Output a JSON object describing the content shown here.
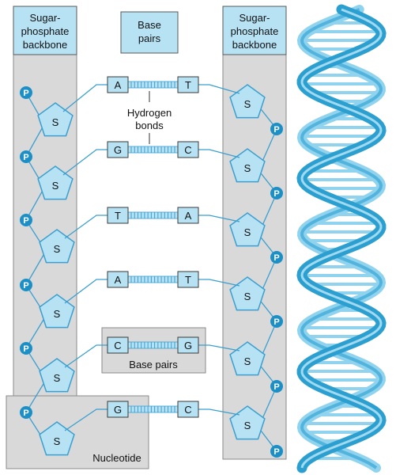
{
  "labels": {
    "left_backbone": [
      "Sugar-",
      "phosphate",
      "backbone"
    ],
    "right_backbone": [
      "Sugar-",
      "phosphate",
      "backbone"
    ],
    "base_pairs_top": [
      "Base",
      "pairs"
    ],
    "hydrogen_bonds": [
      "Hydrogen",
      "bonds"
    ],
    "base_pairs_box": "Base pairs",
    "nucleotide": "Nucleotide"
  },
  "sugar_symbol": "S",
  "phosphate_symbol": "P",
  "pairs": [
    {
      "left": "A",
      "right": "T"
    },
    {
      "left": "G",
      "right": "C"
    },
    {
      "left": "T",
      "right": "A"
    },
    {
      "left": "A",
      "right": "T"
    },
    {
      "left": "C",
      "right": "G"
    },
    {
      "left": "G",
      "right": "C"
    }
  ],
  "colors": {
    "backbone_panel": "#d9d9d9",
    "base_box": "#b7e2f4",
    "phosphate": "#1c8fc6",
    "line": "#3a9fd0",
    "helix_dark": "#2a9fd0",
    "helix_light": "#8fd3ef"
  }
}
